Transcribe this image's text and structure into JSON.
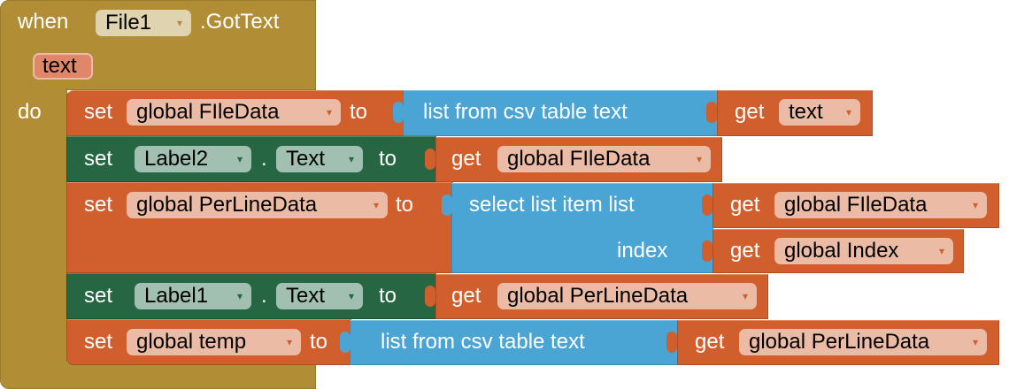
{
  "event": {
    "when": "when",
    "component": "File1",
    "event_name": ".GotText",
    "param": "text",
    "do": "do"
  },
  "rows": [
    {
      "set": "set",
      "var": "global FIleData",
      "to": "to",
      "value_block": "list from csv table  text",
      "get": "get",
      "get_var": "text"
    },
    {
      "set": "set",
      "component": "Label2",
      "dot": ".",
      "property": "Text",
      "to": "to",
      "get": "get",
      "get_var": "global FIleData"
    },
    {
      "set": "set",
      "var": "global PerLineData",
      "to": "to",
      "value_block": "select list item  list",
      "index_label": "index",
      "get": "get",
      "get_var": "global FIleData",
      "get2": "get",
      "get_var2": "global Index"
    },
    {
      "set": "set",
      "component": "Label1",
      "dot": ".",
      "property": "Text",
      "to": "to",
      "get": "get",
      "get_var": "global PerLineData"
    },
    {
      "set": "set",
      "var": "global temp",
      "to": "to",
      "value_block": "list from csv table  text",
      "get": "get",
      "get_var": "global PerLineData"
    }
  ],
  "dropdown_arrow": "▾",
  "colors": {
    "event": "#B18E35",
    "variable": "#D05F2D",
    "component": "#266643",
    "list": "#4AA4D4"
  }
}
